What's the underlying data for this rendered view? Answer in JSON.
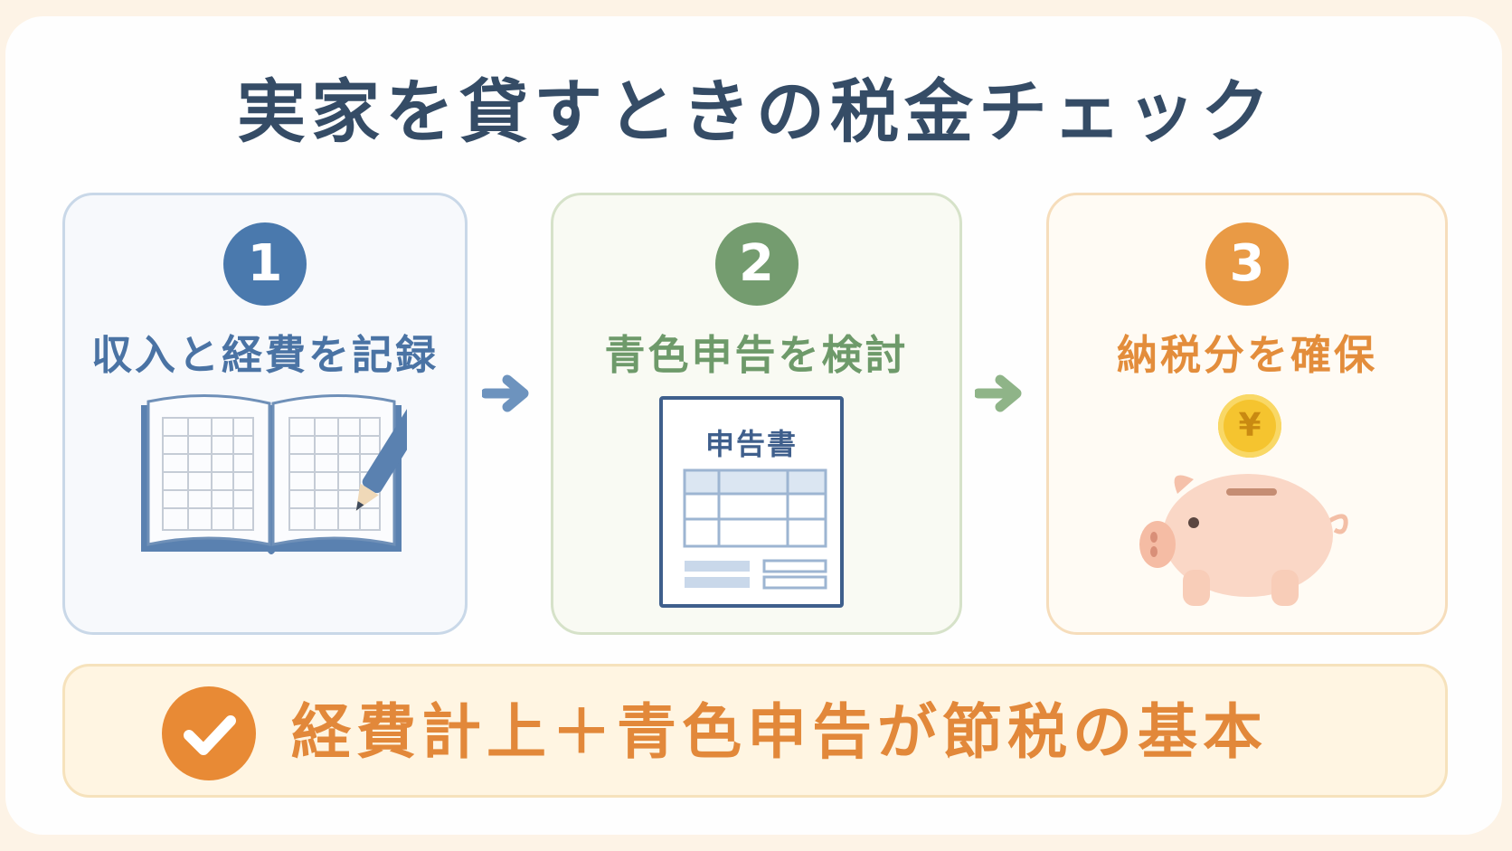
{
  "title": "実家を貸すときの税金チェック",
  "steps": [
    {
      "number": "1",
      "label": "収入と経費を記録",
      "icon": "notebook-pen-icon"
    },
    {
      "number": "2",
      "label": "青色申告を検討",
      "icon": "tax-form-icon",
      "form_title": "申告書"
    },
    {
      "number": "3",
      "label": "納税分を確保",
      "icon": "piggy-bank-icon",
      "coin_symbol": "¥"
    }
  ],
  "summary": {
    "icon": "check-circle-icon",
    "text": "経費計上＋青色申告が節税の基本"
  },
  "colors": {
    "title": "#354c66",
    "step1": "#4a79ad",
    "step2": "#749c6f",
    "step3": "#e99a45",
    "summary": "#e2883a"
  }
}
